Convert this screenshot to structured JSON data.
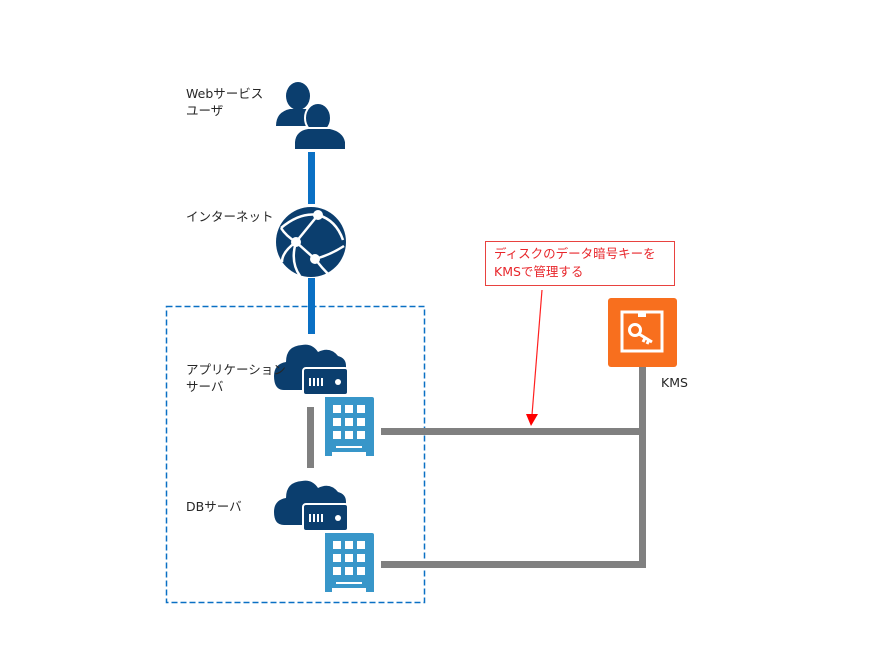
{
  "diagram": {
    "nodes": [
      {
        "id": "users",
        "label": "Webサービス\nユーザ",
        "icon": "users-icon"
      },
      {
        "id": "internet",
        "label": "インターネット",
        "icon": "globe-network-icon"
      },
      {
        "id": "app-server",
        "label": "アプリケーション\nサーバ",
        "icon": "cloud-server-icon"
      },
      {
        "id": "db-server",
        "label": "DBサーバ",
        "icon": "cloud-server-icon"
      },
      {
        "id": "kms",
        "label": "KMS",
        "icon": "key-vault-icon"
      }
    ],
    "disks": [
      {
        "id": "app-disk",
        "icon": "disk-storage-icon"
      },
      {
        "id": "db-disk",
        "icon": "disk-storage-icon"
      }
    ],
    "edges": [
      {
        "from": "users",
        "to": "internet",
        "style": "blue"
      },
      {
        "from": "internet",
        "to": "app-server",
        "style": "blue"
      },
      {
        "from": "app-server",
        "to": "db-server",
        "style": "gray"
      },
      {
        "from": "app-disk",
        "to": "kms",
        "style": "gray"
      },
      {
        "from": "db-disk",
        "to": "kms",
        "style": "gray"
      }
    ],
    "group": {
      "id": "server-group",
      "style": "dashed-blue"
    },
    "callout": {
      "text": "ディスクのデータ暗号キーを\nKMSで管理する",
      "target": "app-disk-to-kms-line"
    },
    "colors": {
      "navy_icon": "#0b3e6e",
      "blue_line": "#0a70c4",
      "disk_blue": "#3896c9",
      "gray_line": "#808080",
      "kms_orange": "#f86f1e",
      "callout_red": "#e8262b",
      "group_border": "#0a70c4"
    }
  }
}
